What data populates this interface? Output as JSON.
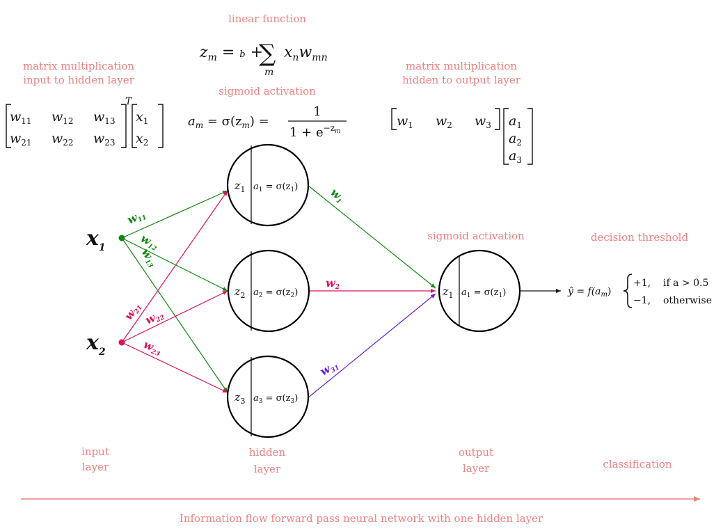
{
  "colors": {
    "caption": "#f08080",
    "green": "#118811",
    "magenta": "#e0105a",
    "purple": "#6a1cd8",
    "ink": "#111111"
  },
  "captions": {
    "linear_function": "linear function",
    "sigmoid_activation_top": "sigmoid activation",
    "matrix_in_line1": "matrix multiplication",
    "matrix_in_line2": "input to hidden layer",
    "matrix_out_line1": "matrix multiplication",
    "matrix_out_line2": "hidden to output layer",
    "sigmoid_activation_output": "sigmoid activation",
    "decision_threshold": "decision threshold",
    "input_layer_1": "input",
    "input_layer_2": "layer",
    "hidden_layer_1": "hidden",
    "hidden_layer_2": "layer",
    "output_layer_1": "output",
    "output_layer_2": "layer",
    "classification": "classification",
    "flow": "Information flow forward pass neural network with one hidden layer"
  },
  "formulas": {
    "linear": {
      "lhs": "z",
      "lhs_sub": "m",
      "eq": " = ",
      "b": "b",
      "plus": " + ",
      "sum": "∑",
      "sum_sub": "m",
      "term": "x",
      "term_sub1": "n",
      "term2": "w",
      "term_sub2": "mn"
    },
    "sigmoid": {
      "lhs": "a",
      "lhs_sub": "m",
      "mid": " = σ(z",
      "mid_sub": "m",
      "mid_end": ") = ",
      "num": "1",
      "den": "1 + e",
      "den_sup": "−z",
      "den_sup_sub": "m"
    },
    "matrix_in": {
      "row1": [
        "w11",
        "w12",
        "w13"
      ],
      "row2": [
        "w21",
        "w22",
        "w23"
      ],
      "transpose": "T",
      "vec": [
        "x1",
        "x2"
      ]
    },
    "matrix_out": {
      "row": [
        "w1",
        "w2",
        "w3"
      ],
      "vec": [
        "a1",
        "a2",
        "a3"
      ]
    },
    "decision": {
      "lhs": "ŷ = f(a",
      "lhs_sub": "m",
      "lhs_end": ")",
      "case1_val": "+1,",
      "case1_cond": "if a > 0.5",
      "case2_val": "−1,",
      "case2_cond": "otherwise"
    }
  },
  "inputs": [
    {
      "label": "x",
      "sub": "1"
    },
    {
      "label": "x",
      "sub": "2"
    }
  ],
  "hidden_nodes": [
    {
      "z": "z",
      "z_sub": "1",
      "a": "a",
      "a_sub": "1",
      "sig": " = σ(z",
      "sig_sub": "1",
      "end": ")"
    },
    {
      "z": "z",
      "z_sub": "2",
      "a": "a",
      "a_sub": "2",
      "sig": " = σ(z",
      "sig_sub": "2",
      "end": ")"
    },
    {
      "z": "z",
      "z_sub": "3",
      "a": "a",
      "a_sub": "3",
      "sig": " = σ(z",
      "sig_sub": "3",
      "end": ")"
    }
  ],
  "output_node": {
    "z": "z",
    "z_sub": "1",
    "a": "a",
    "a_sub": "1",
    "sig": " = σ(z",
    "sig_sub": "1",
    "end": ")"
  },
  "weights": {
    "w11": {
      "base": "w",
      "sub": "11"
    },
    "w12": {
      "base": "w",
      "sub": "12"
    },
    "w13": {
      "base": "w",
      "sub": "13"
    },
    "w21": {
      "base": "w",
      "sub": "21"
    },
    "w22": {
      "base": "w",
      "sub": "22"
    },
    "w23": {
      "base": "w",
      "sub": "23"
    },
    "w1": {
      "base": "w",
      "sub": "1"
    },
    "w2": {
      "base": "w",
      "sub": "2"
    },
    "w31": {
      "base": "w",
      "sub": "31"
    }
  }
}
